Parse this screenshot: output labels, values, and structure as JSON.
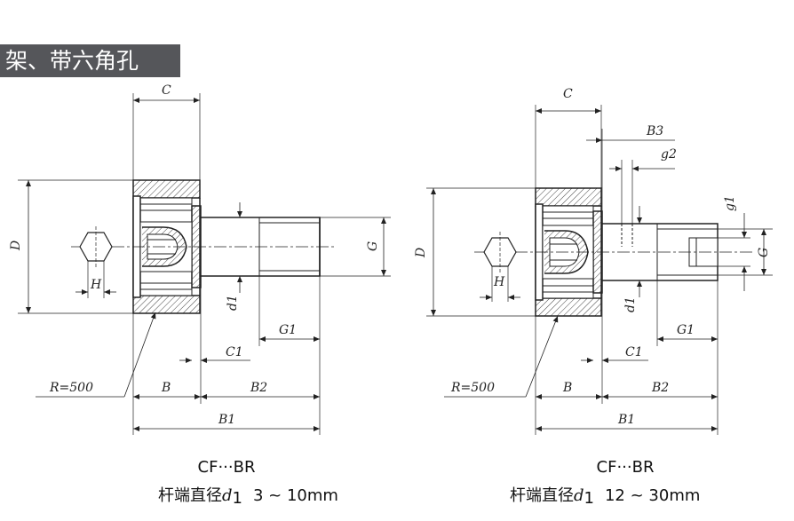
{
  "header": {
    "title": "架、带六角孔"
  },
  "left_view": {
    "labels": {
      "C": "C",
      "D": "D",
      "H": "H",
      "d1": "d1",
      "G": "G",
      "G1": "G1",
      "C1": "C1",
      "R": "R=500",
      "B": "B",
      "B2": "B2",
      "B1": "B1"
    },
    "caption": {
      "model": "CF···BR",
      "spec_prefix": "杆端直径",
      "spec_symbol": "d",
      "spec_sub": "1",
      "spec_range": "3 ~ 10mm"
    }
  },
  "right_view": {
    "labels": {
      "C": "C",
      "B3": "B3",
      "g2": "g2",
      "g1": "g1",
      "D": "D",
      "H": "H",
      "d1": "d1",
      "G": "G",
      "G1": "G1",
      "C1": "C1",
      "R": "R=500",
      "B": "B",
      "B2": "B2",
      "B1": "B1"
    },
    "caption": {
      "model": "CF···BR",
      "spec_prefix": "杆端直径",
      "spec_symbol": "d",
      "spec_sub": "1",
      "spec_range": "12 ~ 30mm"
    }
  },
  "colors": {
    "line": "#222222",
    "hatch": "#444444",
    "band": "#55565a"
  }
}
